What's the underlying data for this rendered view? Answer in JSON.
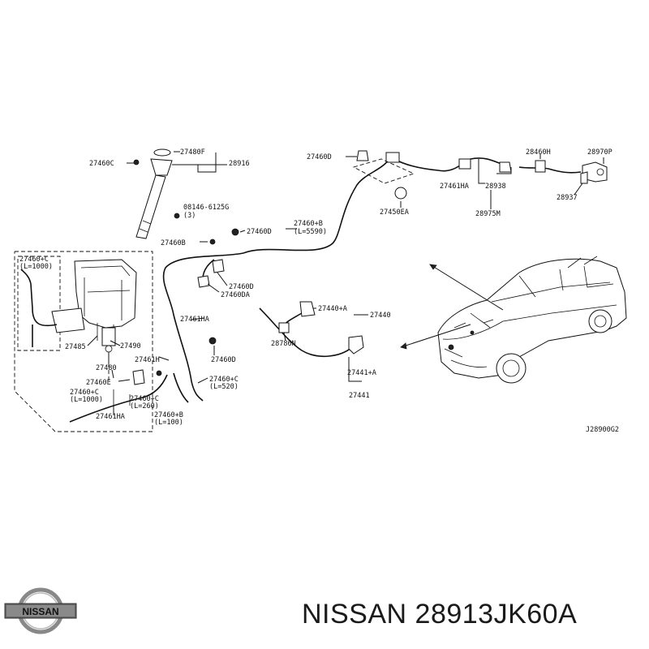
{
  "diagram": {
    "drawing_code": "J28900G2",
    "labels": {
      "p27460C_top": "27460C",
      "p27480F": "27480F",
      "p28916": "28916",
      "p27460D_top": "27460D",
      "p27461HA_top": "27461HA",
      "p28938": "28938",
      "p28460H": "28460H",
      "p28970P": "28970P",
      "p28937": "28937",
      "p27450EA": "27450EA",
      "p28975M": "28975M",
      "p08146": "08146-6125G",
      "p08146_qty": "(3)",
      "p27460B_top": "27460+B",
      "p27460B_top_len": "(L=5590)",
      "p27460D_mid": "27460D",
      "p27460B_mid": "27460B",
      "p27460C_box": "27460+C",
      "p27460C_box_len": "(L=1000)",
      "p27460D_2": "27460D",
      "p27460DA": "27460DA",
      "p27440A": "27440+A",
      "p27440": "27440",
      "p27461HA_mid": "27461HA",
      "p27485": "27485",
      "p27490": "27490",
      "p28786N": "28786N",
      "p27480": "27480",
      "p27461H": "27461H",
      "p27460D_3": "27460D",
      "p27460E": "27460E",
      "p27460C_mid": "27460+C",
      "p27460C_mid_len": "(L=520)",
      "p27441A": "27441+A",
      "p27460C_low": "27460+C",
      "p27460C_low_len": "(L=1000)",
      "p27460C_260": "27460+C",
      "p27460C_260_len": "(L=260)",
      "p27441": "27441",
      "p27461HA_low": "27461HA",
      "p27460B_low": "27460+B",
      "p27460B_low_len": "(L=100)"
    }
  },
  "footer": {
    "brand_logo_text": "NISSAN",
    "part_title": "NISSAN 28913JK60A"
  }
}
